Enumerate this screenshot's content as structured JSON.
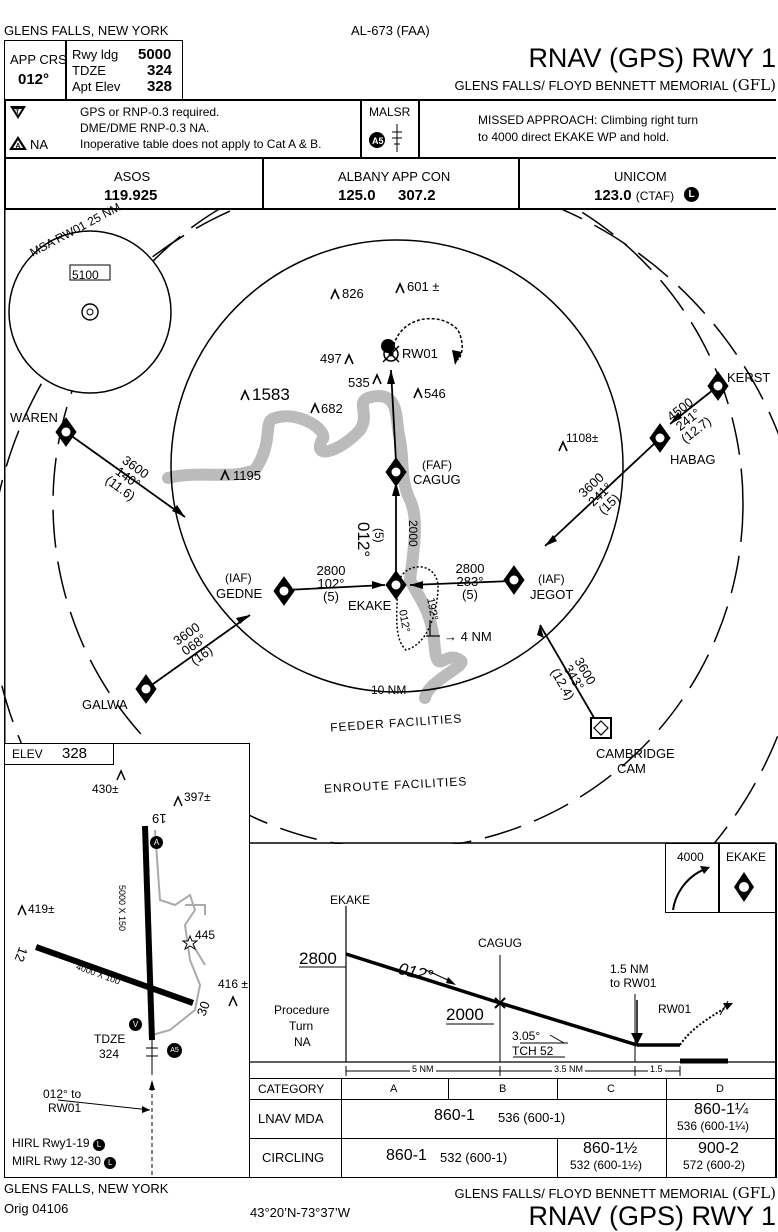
{
  "header": {
    "location": "GLENS FALLS, NEW YORK",
    "procedure_id": "AL-673 (FAA)",
    "title": "RNAV (GPS) RWY 1",
    "airport": "GLENS FALLS/ FLOYD BENNETT MEMORIAL",
    "airport_id": "(GFL)"
  },
  "briefing": {
    "app_crs_label": "APP CRS",
    "app_crs_value": "012°",
    "rwy_ldg_label": "Rwy ldg",
    "rwy_ldg_value": "5000",
    "tdze_label": "TDZE",
    "tdze_value": "324",
    "apt_elev_label": "Apt Elev",
    "apt_elev_value": "328",
    "notes_line1": "GPS or RNP-0.3 required.",
    "notes_line2": "DME/DME RNP-0.3 NA.",
    "notes_line3": "Inoperative table does not apply to Cat A & B.",
    "na_label": "NA",
    "lighting_label": "MALSR",
    "lighting_badge": "A5",
    "missed_line1": "MISSED APPROACH: Climbing right turn",
    "missed_line2": "to 4000 direct EKAKE WP and hold."
  },
  "comms": {
    "asos_label": "ASOS",
    "asos_freq": "119.925",
    "app_label": "ALBANY APP CON",
    "app_freq1": "125.0",
    "app_freq2": "307.2",
    "unicom_label": "UNICOM",
    "unicom_freq": "123.0",
    "unicom_note": "(CTAF)",
    "ctaf_symbol": "L"
  },
  "plan": {
    "msa_label": "MSA RW01 25 NM",
    "msa_alt": "5100",
    "obstacles": {
      "o826": "826",
      "o601": "601 ±",
      "o497": "497",
      "o535": "535",
      "o546": "546",
      "o1583": "1583",
      "o682": "682",
      "o1195": "1195",
      "o1108": "1108±"
    },
    "fixes": {
      "rw01": "RW01",
      "faf_tag": "(FAF)",
      "cagug": "CAGUG",
      "iaf_tag_w": "(IAF)",
      "gedne": "GEDNE",
      "ekake": "EKAKE",
      "iaf_tag_e": "(IAF)",
      "jegot": "JEGOT",
      "waren": "WAREN",
      "kerst": "KERST",
      "habag": "HABAG",
      "galwa": "GALWA",
      "cambridge1": "CAMBRIDGE",
      "cambridge2": "CAM"
    },
    "legs": {
      "waren_alt": "3600",
      "waren_crs": "140°",
      "waren_dist": "(11.6)",
      "kerst_alt": "4500",
      "kerst_crs": "241°",
      "kerst_dist": "(12.7)",
      "habag_alt": "3600",
      "habag_crs": "241°",
      "habag_dist": "(15)",
      "galwa_alt": "3600",
      "galwa_crs": "068°",
      "galwa_dist": "(16)",
      "cam_alt": "3600",
      "cam_crs": "343°",
      "cam_dist": "(12.4)",
      "gedne_alt": "2800",
      "gedne_crs": "102°",
      "gedne_dist": "(5)",
      "jegot_alt": "2800",
      "jegot_crs": "283°",
      "jegot_dist": "(5)",
      "final_crs": "012°",
      "final_alt": "2000",
      "final_dist": "(5)",
      "hold_in": "192°",
      "hold_out": "012°",
      "hold_leg": "4 NM"
    },
    "ring_10nm": "10 NM",
    "feeder": "FEEDER FACILITIES",
    "enroute": "ENROUTE FACILITIES"
  },
  "airport_diagram": {
    "elev_label": "ELEV",
    "elev_value": "328",
    "obs430": "430±",
    "obs397": "397±",
    "obs419": "419±",
    "obs445": "445",
    "obs416": "416 ±",
    "rwy19": "19",
    "rwy12": "12",
    "rwy30": "30",
    "dims_main": "5000 X 150",
    "dims_cross": "4000 X 100",
    "tdze_label": "TDZE",
    "tdze_value": "324",
    "crs_note1": "012° to",
    "crs_note2": "RW01",
    "hirl": "HIRL Rwy1-19",
    "mirl": "MIRL Rwy 12-30",
    "light_badge_a": "A",
    "light_badge_v": "V",
    "light_badge_a5": "A5"
  },
  "profile": {
    "hold_alt": "4000",
    "hold_fix": "EKAKE",
    "ekake": "EKAKE",
    "ekake_alt": "2800",
    "crs": "012°",
    "cagug": "CAGUG",
    "cagug_alt": "2000",
    "turn_na1": "Procedure",
    "turn_na2": "Turn",
    "turn_na3": "NA",
    "map_dist1": "1.5 NM",
    "map_dist2": "to RW01",
    "rw01": "RW01",
    "gpa": "3.05°",
    "tch": "TCH 52",
    "seg1": "5 NM",
    "seg2": "3.5 NM",
    "seg3": "1.5"
  },
  "minimums": {
    "category_label": "CATEGORY",
    "cats": [
      "A",
      "B",
      "C",
      "D"
    ],
    "lnav_label": "LNAV MDA",
    "lnav_abc_main": "860-1",
    "lnav_abc_sub": "536 (600-1)",
    "lnav_d_main": "860-1¼",
    "lnav_d_sub": "536 (600-1¼)",
    "circ_label": "CIRCLING",
    "circ_ab_main": "860-1",
    "circ_ab_sub": "532 (600-1)",
    "circ_c_main": "860-1½",
    "circ_c_sub": "532 (600-1½)",
    "circ_d_main": "900-2",
    "circ_d_sub": "572 (600-2)"
  },
  "footer": {
    "location": "GLENS FALLS, NEW YORK",
    "orig": "Orig 04106",
    "coords": "43°20’N-73°37’W",
    "airport": "GLENS FALLS/ FLOYD BENNETT MEMORIAL",
    "airport_id": "(GFL)",
    "title": "RNAV (GPS) RWY 1"
  }
}
